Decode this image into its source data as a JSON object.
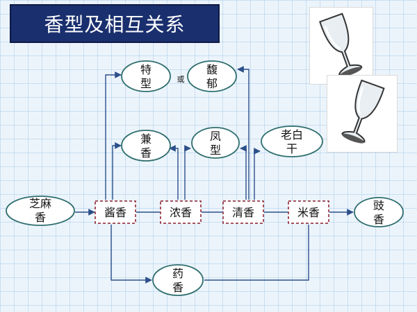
{
  "title": "香型及相互关系",
  "connector_label": "或",
  "nodes": {
    "texing": [
      "特",
      "型"
    ],
    "fuyu": [
      "馥",
      "郁"
    ],
    "jianxiang": [
      "兼",
      "香"
    ],
    "fengxing": [
      "凤",
      "型"
    ],
    "laobaigan": [
      "老白",
      "干"
    ],
    "zhima": [
      "芝麻",
      "香"
    ],
    "jiangxiang": "酱香",
    "nongxiang": "浓香",
    "qingxiang": "清香",
    "mixiang": "米香",
    "chixiang": [
      "豉",
      "香"
    ],
    "yaoxiang": [
      "药",
      "香"
    ]
  },
  "images": [
    "wine-glass-icon",
    "wine-glass-icon"
  ],
  "colors": {
    "title_bg": "#1a2f6e",
    "oval_stroke": "#2e6e6e",
    "box_stroke": "#8a1c2a",
    "line": "#2c4f8a"
  }
}
